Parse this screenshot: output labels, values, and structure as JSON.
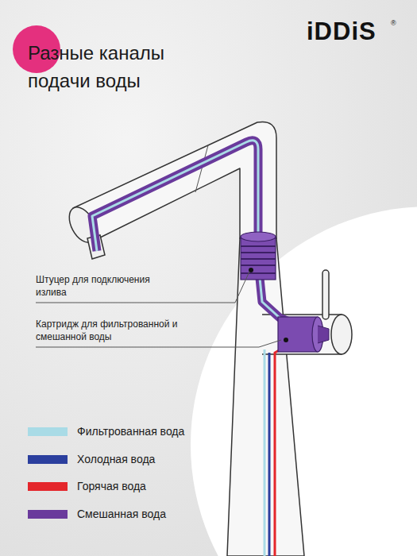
{
  "diagram": {
    "title": "Разные каналы подачи воды",
    "labels": [
      "iDDiS",
      "®",
      "Штуцер для подключения излива",
      "Картридж для фильтрованной и смешанной воды"
    ],
    "legend": [
      {
        "text": "Фильтрованная вода",
        "color": "#a9dbe6"
      },
      {
        "text": "Холодная вода",
        "color": "#2b3f9e"
      },
      {
        "text": "Горячая вода",
        "color": "#e4262b"
      },
      {
        "text": "Смешанная вода",
        "color": "#6a3a9c"
      }
    ]
  }
}
